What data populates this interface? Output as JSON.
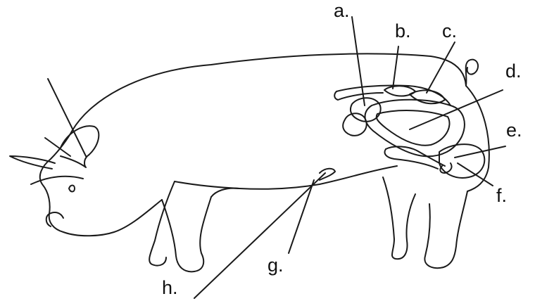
{
  "diagram": {
    "labels": {
      "a": "a.",
      "b": "b.",
      "c": "c.",
      "d": "d.",
      "e": "e.",
      "f": "f.",
      "g": "g.",
      "h": "h."
    },
    "line_color": "#1a1a1a",
    "background": "#ffffff"
  }
}
